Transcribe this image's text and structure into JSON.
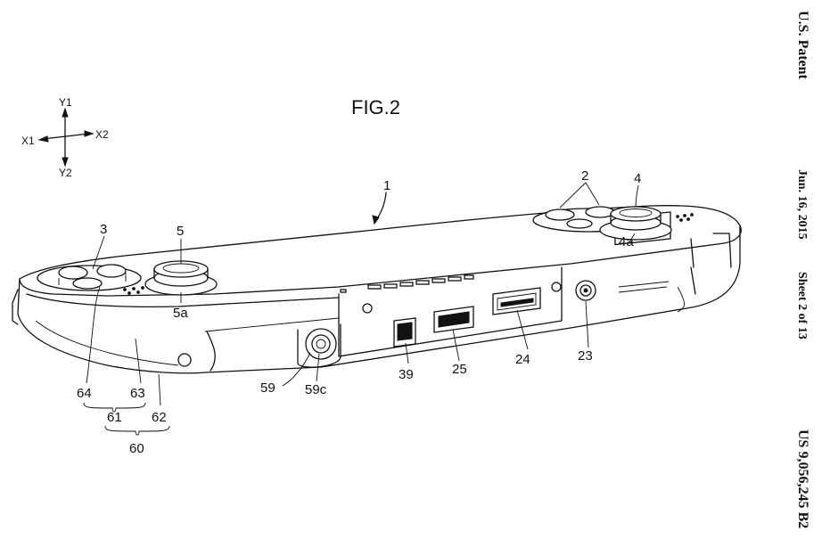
{
  "figure": {
    "title": "FIG.2"
  },
  "axes": {
    "y_up": "Y1",
    "y_down": "Y2",
    "x_left": "X1",
    "x_right": "X2"
  },
  "header": {
    "left": "U.S. Patent",
    "date": "Jun. 16, 2015",
    "sheet": "Sheet 2 of 13",
    "number": "US 9,056,245 B2"
  },
  "labels": {
    "n1": "1",
    "n2": "2",
    "n3": "3",
    "n4": "4",
    "n4a": "4a",
    "n5": "5",
    "n5a": "5a",
    "n23": "23",
    "n24": "24",
    "n25": "25",
    "n39": "39",
    "n59": "59",
    "n59c": "59c",
    "n60": "60",
    "n61": "61",
    "n62": "62",
    "n63": "63",
    "n64": "64"
  }
}
